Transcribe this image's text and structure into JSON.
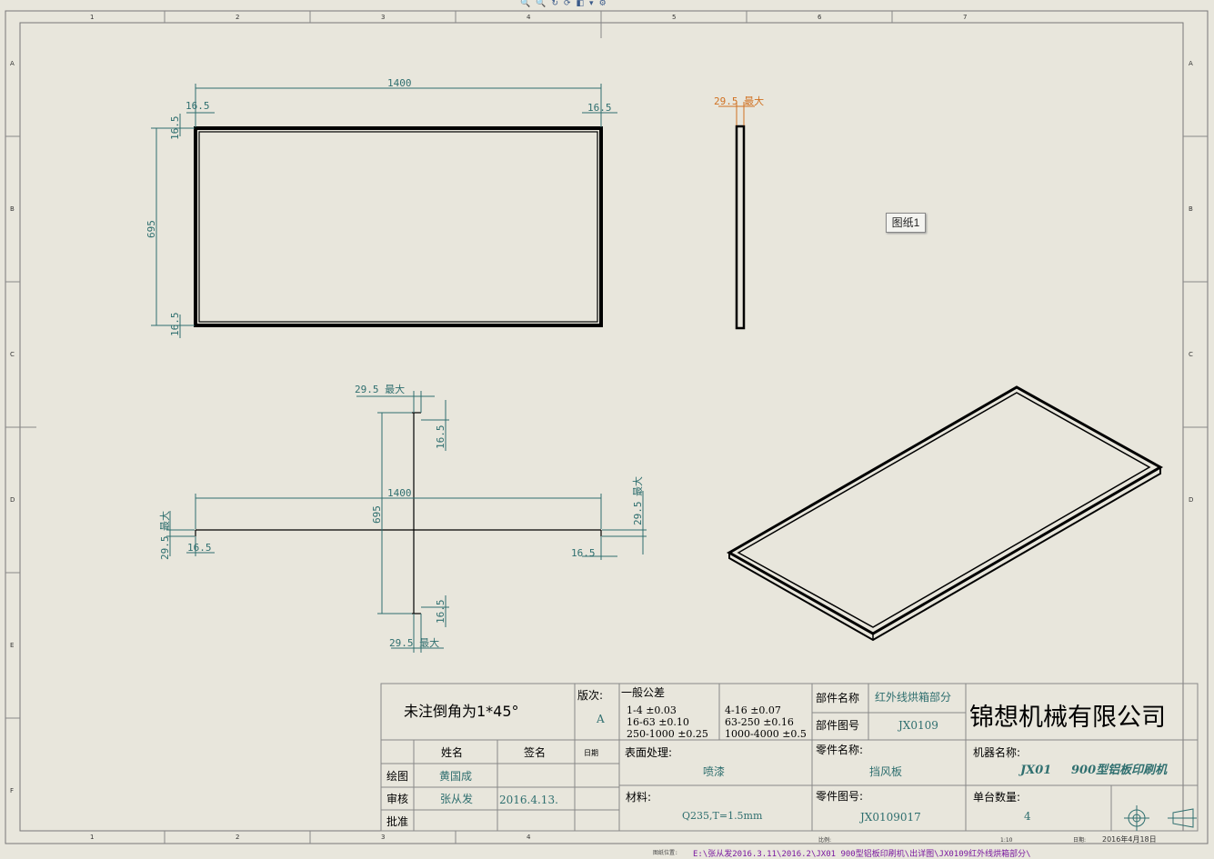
{
  "toolbar": {
    "icons": [
      "zoom-fit-icon",
      "zoom-area-icon",
      "rotate-icon",
      "refresh-icon",
      "display-style-icon",
      "view-orientation-icon",
      "settings-icon"
    ]
  },
  "sheet_tab": {
    "label": "图纸1"
  },
  "zones": {
    "top": [
      "1",
      "2",
      "3",
      "4",
      "5",
      "6",
      "7"
    ],
    "bottom": [
      "1",
      "2",
      "3",
      "4"
    ],
    "left": [
      "A",
      "B",
      "C",
      "D",
      "E",
      "F"
    ],
    "right": [
      "A",
      "B",
      "C",
      "D"
    ]
  },
  "dims": {
    "front_width": "1400",
    "front_height": "695",
    "front_left_margin": "16.5",
    "front_right_margin": "16.5",
    "front_top_margin": "16.5",
    "front_bottom_margin": "16.5",
    "side_max": "29.5 最大",
    "bottom_max_top": "29.5 最大",
    "bottom_max_bottom": "29.5 最大",
    "bottom_width": "1400",
    "bottom_height": "695",
    "bottom_top_margin": "16.5",
    "bottom_bottom_margin": "16.5",
    "bottom_left_margin": "16.5",
    "bottom_right_margin": "16.5",
    "left_max_a": "29.5",
    "left_max_b": "最大",
    "right_max_a": "29.5",
    "right_max_b": "最大"
  },
  "title_block": {
    "note": "未注倒角为1*45°",
    "revision_label": "版次:",
    "revision_value": "A",
    "tolerance_title": "一般公差",
    "tolerances": [
      "1-4  ±0.03",
      "16-63 ±0.10",
      "250-1000  ±0.25",
      "4-16  ±0.07",
      "63-250  ±0.16",
      "1000-4000  ±0.5"
    ],
    "part_name_label": "部件名称",
    "part_name_value": "红外线烘箱部分",
    "part_no_label": "部件图号",
    "part_no_value": "JX0109",
    "company": "锦想机械有限公司",
    "col_name": "姓名",
    "col_sign": "签名",
    "col_date": "日期",
    "surface_label": "表面处理:",
    "surface_value": "喷漆",
    "component_name_label": "零件名称:",
    "component_name_value": "挡风板",
    "machine_label": "机器名称:",
    "machine_code": "JX01",
    "machine_name": "900型铝板印刷机",
    "row_draw": "绘图",
    "drawer": "黄国成",
    "row_check": "审核",
    "checker": "张从发",
    "check_date": "2016.4.13.",
    "row_approve": "批准",
    "material_label": "材料:",
    "material_value": "Q235,T=1.5mm",
    "component_no_label": "零件图号:",
    "component_no_value": "JX0109017",
    "qty_label": "单台数量:",
    "qty_value": "4",
    "scale_label": "比例:",
    "scale_value": "1:10",
    "date_label": "日期:",
    "date_value": "2016年4月18日"
  },
  "statusbar": {
    "label": "图纸位置:",
    "path": "E:\\张从发2016.3.11\\2016.2\\JX01  900型铝板印刷机\\出详图\\JX0109红外线烘箱部分\\"
  }
}
